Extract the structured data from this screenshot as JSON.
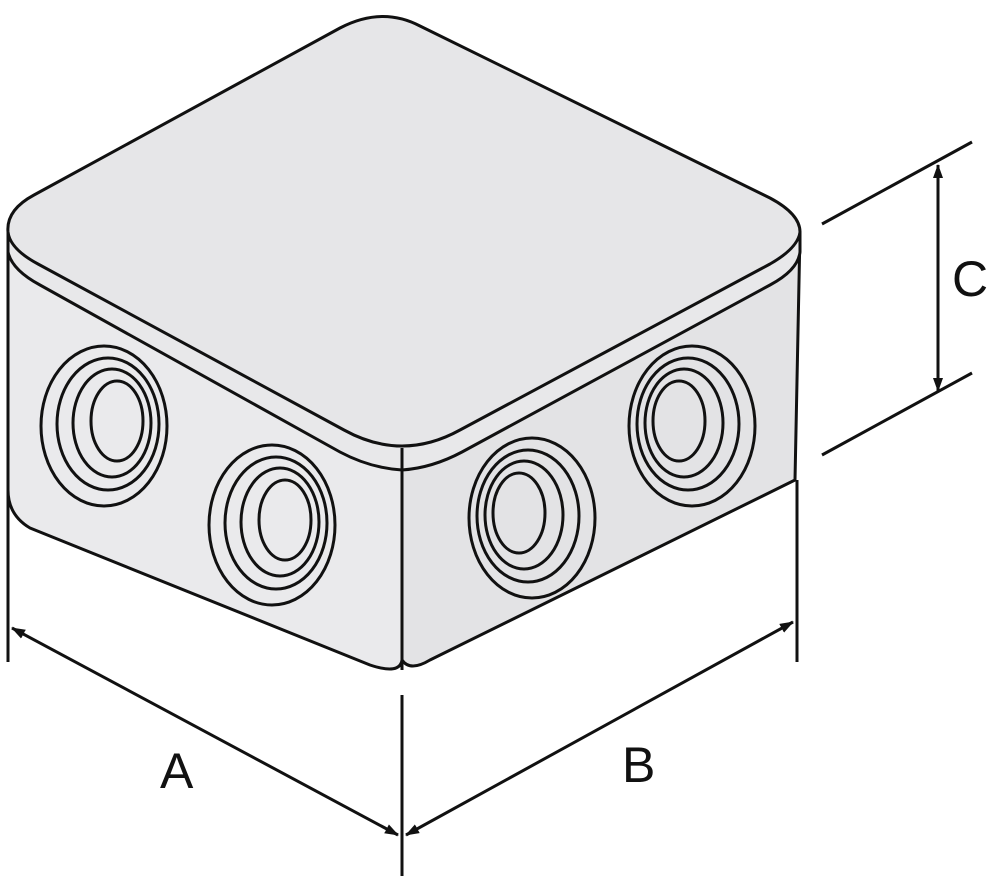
{
  "diagram": {
    "dimensions": {
      "width_label": "A",
      "depth_label": "B",
      "height_label": "C"
    },
    "colors": {
      "outline": "#111111",
      "lid": "#e6e6e8",
      "body_left": "#eaeaec",
      "body_right": "#e3e3e5",
      "background": "#ffffff"
    }
  }
}
